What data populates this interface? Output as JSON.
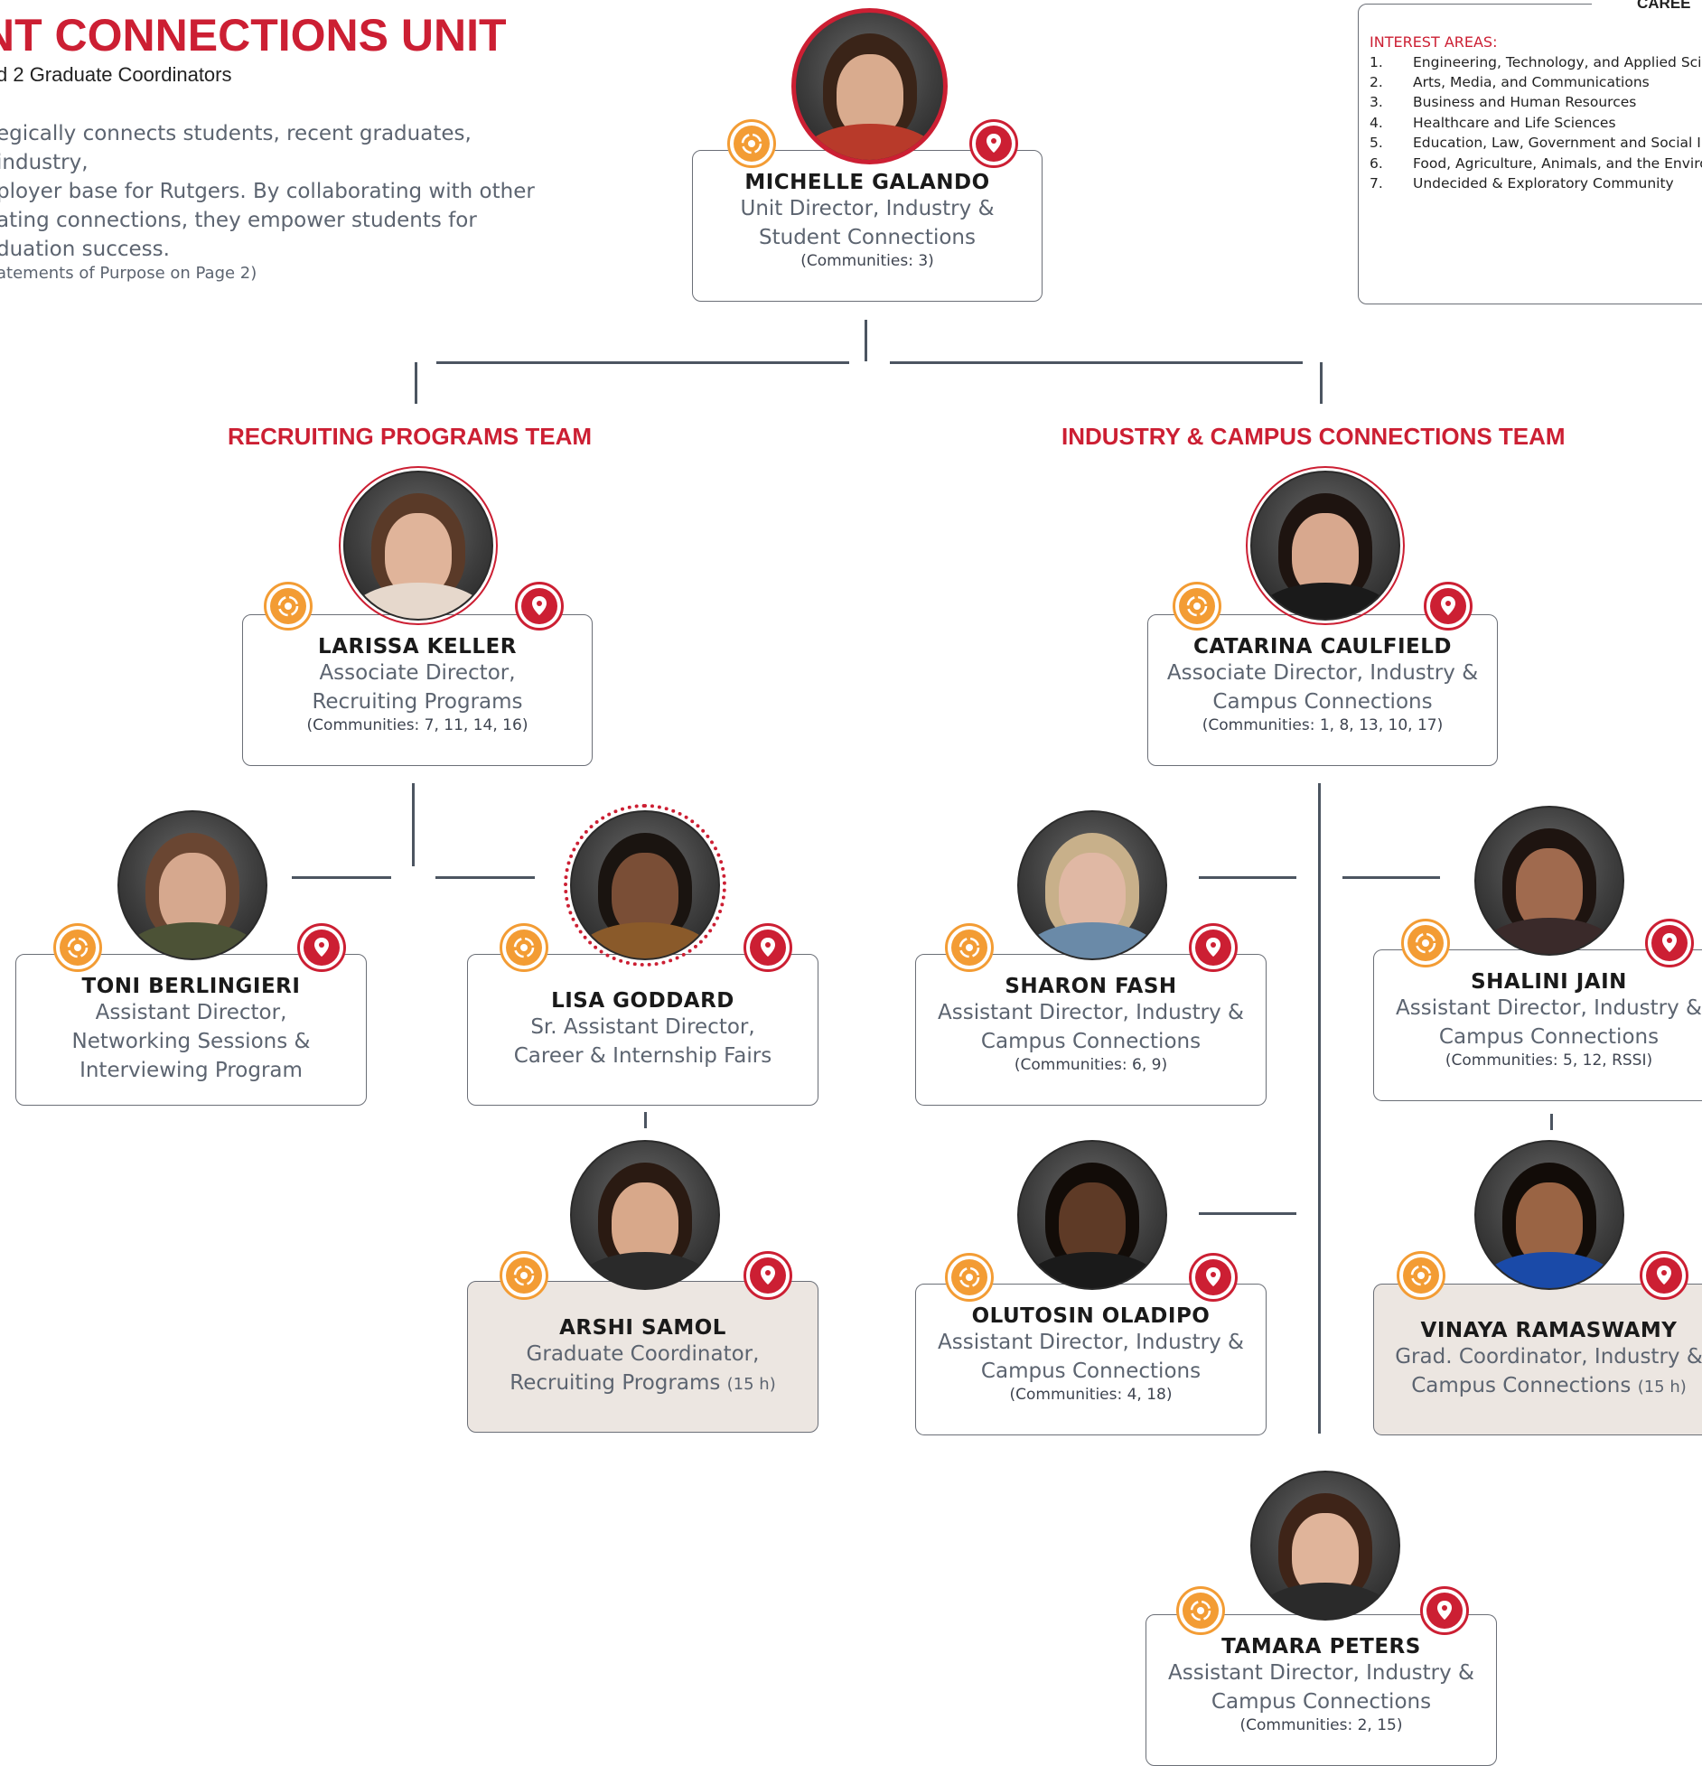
{
  "header": {
    "title": "NT CONNECTIONS UNIT",
    "subtitle": "d 2 Graduate Coordinators",
    "description": "egically connects students, recent graduates, industry, ployer base for Rutgers. By collaborating with other ating connections, they empower students for duation success.",
    "description_lines": [
      "egically connects students, recent graduates, industry,",
      "ployer base for Rutgers. By collaborating with other",
      "ating connections, they empower students for",
      "duation success."
    ],
    "note": "atements of Purpose on Page 2)"
  },
  "legend": {
    "title": "CAREE",
    "heading": "INTEREST AREAS:",
    "items": [
      {
        "num": "1.",
        "label": "Engineering, Technology, and Applied Scier"
      },
      {
        "num": "2.",
        "label": "Arts, Media, and Communications"
      },
      {
        "num": "3.",
        "label": "Business and Human Resources"
      },
      {
        "num": "4.",
        "label": "Healthcare and Life Sciences"
      },
      {
        "num": "5.",
        "label": "Education, Law, Government and Social Im"
      },
      {
        "num": "6.",
        "label": "Food, Agriculture, Animals, and the Enviror"
      },
      {
        "num": "7.",
        "label": "Undecided & Exploratory Community"
      }
    ]
  },
  "teams": {
    "recruiting": "RECRUITING PROGRAMS TEAM",
    "industry": "INDUSTRY & CAMPUS CONNECTIONS TEAM"
  },
  "people": {
    "galando": {
      "name": "MICHELLE GALANDO",
      "role1": "Unit Director, Industry &",
      "role2": "Student Connections",
      "comm": "(Communities: 3)"
    },
    "keller": {
      "name": "LARISSA KELLER",
      "role1": "Associate Director,",
      "role2": "Recruiting Programs",
      "comm": "(Communities: 7, 11, 14, 16)"
    },
    "caulfield": {
      "name": "CATARINA CAULFIELD",
      "role1": "Associate Director, Industry &",
      "role2": "Campus Connections",
      "comm": "(Communities: 1, 8, 13, 10, 17)"
    },
    "berlingieri": {
      "name": "TONI BERLINGIERI",
      "role1": "Assistant Director,",
      "role2": "Networking Sessions &",
      "role3": "Interviewing Program"
    },
    "goddard": {
      "name": "LISA GODDARD",
      "role1": "Sr. Assistant Director,",
      "role2": "Career & Internship Fairs"
    },
    "samol": {
      "name": "ARSHI SAMOL",
      "role1": "Graduate Coordinator,",
      "role2": "Recruiting Programs",
      "hours": "(15 h)"
    },
    "fash": {
      "name": "SHARON FASH",
      "role1": "Assistant Director, Industry &",
      "role2": "Campus Connections",
      "comm": "(Communities: 6, 9)"
    },
    "jain": {
      "name": "SHALINI JAIN",
      "role1": "Assistant Director, Industry &",
      "role2": "Campus Connections",
      "comm": "(Communities: 5, 12, RSSI)"
    },
    "oladipo": {
      "name": "OLUTOSIN OLADIPO",
      "role1": "Assistant Director, Industry &",
      "role2": "Campus Connections",
      "comm": "(Communities: 4, 18)"
    },
    "ramaswamy": {
      "name": "VINAYA RAMASWAMY",
      "role1": "Grad. Coordinator,  Industry &",
      "role2": "Campus Connections",
      "hours": "(15 h)"
    },
    "peters": {
      "name": "TAMARA PETERS",
      "role1": "Assistant Director, Industry &",
      "role2": "Campus Connections",
      "comm": "(Communities: 2, 15)"
    }
  },
  "colors": {
    "accent_red": "#cc1f33",
    "accent_orange": "#f39c34",
    "text_gray": "#5c6470",
    "line_gray": "#4c5561",
    "grad_card_bg": "#ece6e1"
  }
}
